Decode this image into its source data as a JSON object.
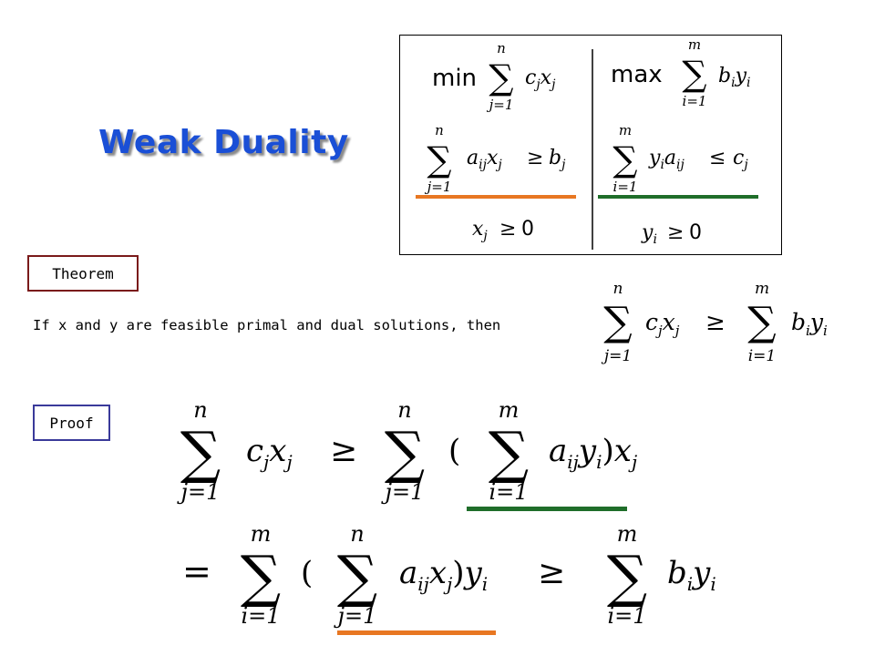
{
  "slide": {
    "title": "Weak Duality",
    "theorem_label": "Theorem",
    "theorem_statement": "If x and y are feasible primal and dual solutions, then",
    "proof_label": "Proof"
  },
  "lp_box": {
    "primal_objective_label": "min",
    "dual_objective_label": "max",
    "primal_nonneg_zero": "0",
    "dual_nonneg_zero": "0"
  },
  "math_symbols": {
    "sum": "∑",
    "geq": "≥",
    "leq": "≤",
    "eq": "=",
    "upper_n": "n",
    "upper_m": "m",
    "lower_j": "j=1",
    "lower_i": "i=1",
    "lparen": "(",
    "rparen": ")"
  },
  "colors": {
    "title": "#1a4fd6",
    "orange_underline": "#e87722",
    "green_underline": "#1f6e2a",
    "theorem_border": "#7a1a1a",
    "proof_border": "#3a3a9a"
  }
}
